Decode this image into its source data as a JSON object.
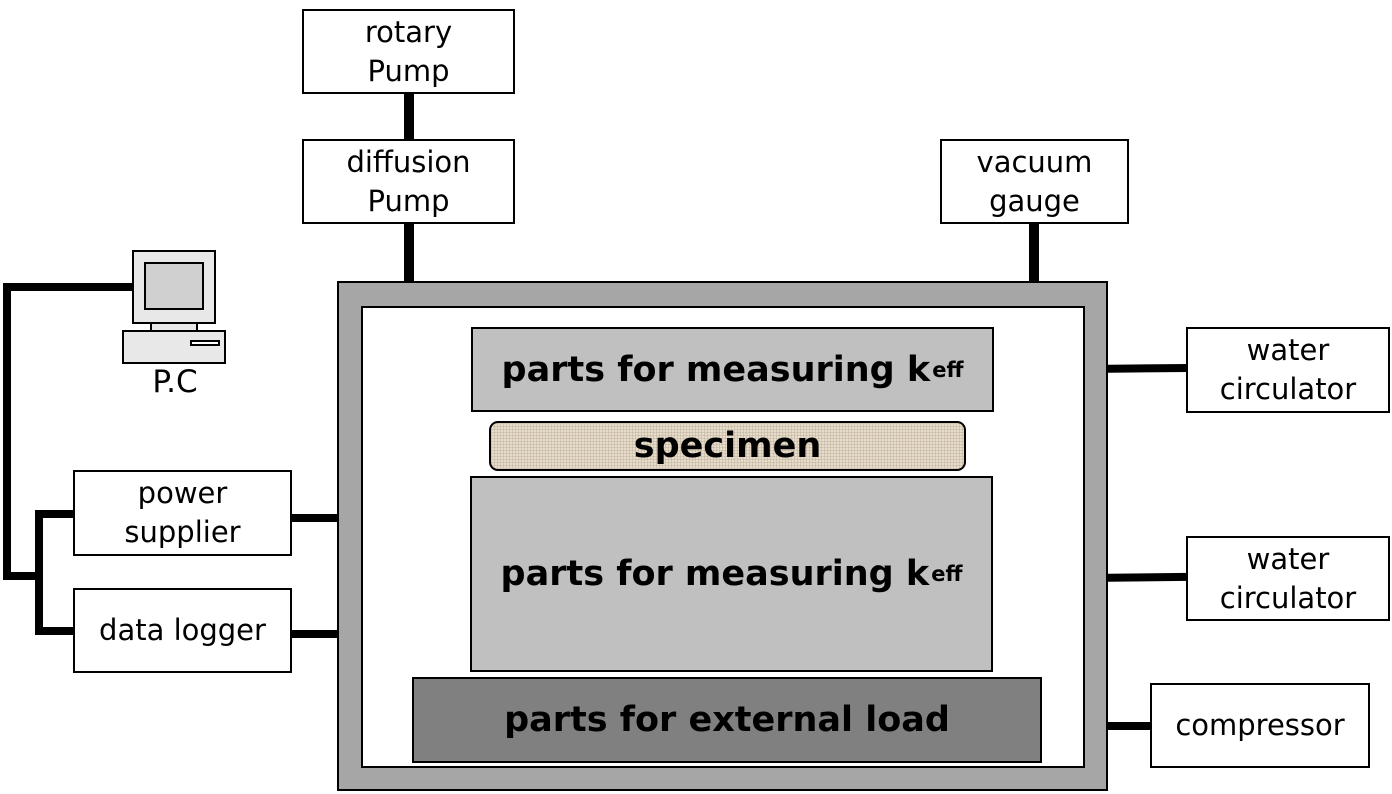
{
  "diagram": {
    "equipment": {
      "rotary_pump": "rotary\nPump",
      "diffusion_pump": "diffusion\nPump",
      "vacuum_gauge": "vacuum\ngauge",
      "pc": "P.C",
      "power_supplier": "power\nsupplier",
      "data_logger": "data logger",
      "water_circulator_top": "water\ncirculator",
      "water_circulator_bottom": "water\ncirculator",
      "compressor": "compressor"
    },
    "chamber": {
      "upper_part": "parts for measuring k",
      "upper_part_sub": "eff",
      "specimen": "specimen",
      "lower_part": "parts for measuring k",
      "lower_part_sub": "eff",
      "load_part": "parts for external load"
    },
    "colors": {
      "chamber_wall": "#a6a6a6",
      "measuring_parts": "#c0c0c0",
      "load_part": "#808080",
      "specimen": "#e6dccb"
    }
  }
}
